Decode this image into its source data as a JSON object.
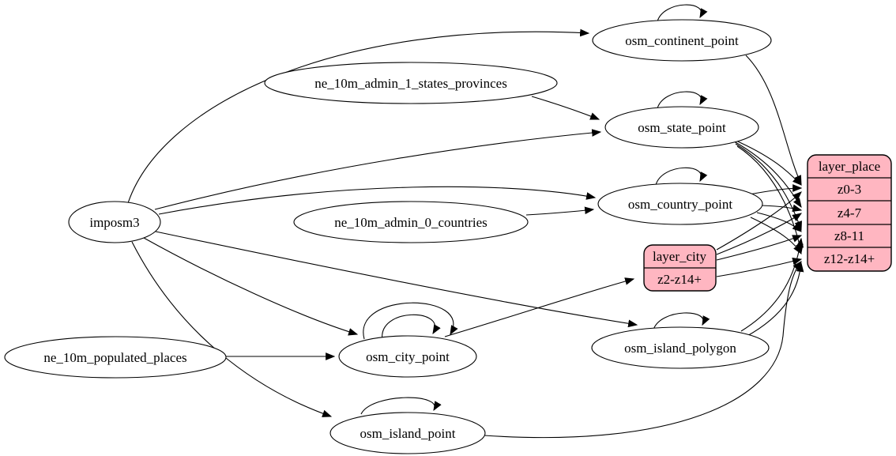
{
  "diagram": {
    "kind": "etl-dependency-graph",
    "background_color": "#ffffff",
    "ellipse_fill": "#ffffff",
    "record_fill": "#ffb6c1",
    "stroke_color": "#000000",
    "nodes": {
      "imposm3": {
        "label": "imposm3",
        "shape": "ellipse"
      },
      "ne_10m_admin_1_states_provinces": {
        "label": "ne_10m_admin_1_states_provinces",
        "shape": "ellipse"
      },
      "ne_10m_admin_0_countries": {
        "label": "ne_10m_admin_0_countries",
        "shape": "ellipse"
      },
      "ne_10m_populated_places": {
        "label": "ne_10m_populated_places",
        "shape": "ellipse"
      },
      "osm_continent_point": {
        "label": "osm_continent_point",
        "shape": "ellipse"
      },
      "osm_state_point": {
        "label": "osm_state_point",
        "shape": "ellipse"
      },
      "osm_country_point": {
        "label": "osm_country_point",
        "shape": "ellipse"
      },
      "osm_city_point": {
        "label": "osm_city_point",
        "shape": "ellipse"
      },
      "osm_island_polygon": {
        "label": "osm_island_polygon",
        "shape": "ellipse"
      },
      "osm_island_point": {
        "label": "osm_island_point",
        "shape": "ellipse"
      },
      "layer_city": {
        "shape": "record",
        "title": "layer_city",
        "cells": {
          "z2_14": "z2-z14+"
        }
      },
      "layer_place": {
        "shape": "record",
        "title": "layer_place",
        "cells": {
          "z0_3": "z0-3",
          "z4_7": "z4-7",
          "z8_11": "z8-11",
          "z12_z14": "z12-z14+"
        }
      }
    },
    "edges": [
      {
        "from": "imposm3",
        "to": "osm_continent_point"
      },
      {
        "from": "imposm3",
        "to": "osm_state_point"
      },
      {
        "from": "imposm3",
        "to": "osm_country_point"
      },
      {
        "from": "imposm3",
        "to": "osm_city_point"
      },
      {
        "from": "imposm3",
        "to": "osm_island_polygon"
      },
      {
        "from": "imposm3",
        "to": "osm_island_point"
      },
      {
        "from": "ne_10m_admin_1_states_provinces",
        "to": "osm_state_point"
      },
      {
        "from": "ne_10m_admin_0_countries",
        "to": "osm_country_point"
      },
      {
        "from": "ne_10m_populated_places",
        "to": "osm_city_point"
      },
      {
        "from": "osm_continent_point",
        "to": "osm_continent_point",
        "self_loop": true
      },
      {
        "from": "osm_state_point",
        "to": "osm_state_point",
        "self_loop": true
      },
      {
        "from": "osm_country_point",
        "to": "osm_country_point",
        "self_loop": true
      },
      {
        "from": "osm_city_point",
        "to": "osm_city_point",
        "self_loop": true
      },
      {
        "from": "osm_city_point",
        "to": "osm_city_point",
        "self_loop": true
      },
      {
        "from": "osm_island_polygon",
        "to": "osm_island_polygon",
        "self_loop": true
      },
      {
        "from": "osm_island_point",
        "to": "osm_island_point",
        "self_loop": true
      },
      {
        "from": "osm_continent_point",
        "to": "layer_place",
        "port": "z0-3"
      },
      {
        "from": "osm_state_point",
        "to": "layer_place",
        "port": "z0-3"
      },
      {
        "from": "osm_state_point",
        "to": "layer_place",
        "port": "z4-7"
      },
      {
        "from": "osm_state_point",
        "to": "layer_place",
        "port": "z8-11"
      },
      {
        "from": "osm_state_point",
        "to": "layer_place",
        "port": "z12-z14+"
      },
      {
        "from": "osm_country_point",
        "to": "layer_place",
        "port": "z0-3"
      },
      {
        "from": "osm_country_point",
        "to": "layer_place",
        "port": "z4-7"
      },
      {
        "from": "osm_country_point",
        "to": "layer_place",
        "port": "z8-11"
      },
      {
        "from": "osm_country_point",
        "to": "layer_place",
        "port": "z12-z14+"
      },
      {
        "from": "osm_city_point",
        "to": "layer_city",
        "port": "z2-z14+"
      },
      {
        "from": "layer_city",
        "to": "layer_place",
        "port": "z0-3"
      },
      {
        "from": "layer_city",
        "to": "layer_place",
        "port": "z4-7"
      },
      {
        "from": "layer_city",
        "to": "layer_place",
        "port": "z8-11"
      },
      {
        "from": "layer_city",
        "to": "layer_place",
        "port": "z12-z14+"
      },
      {
        "from": "osm_island_polygon",
        "to": "layer_place",
        "port": "z8-11"
      },
      {
        "from": "osm_island_polygon",
        "to": "layer_place",
        "port": "z12-z14+"
      },
      {
        "from": "osm_island_point",
        "to": "layer_place",
        "port": "z12-z14+"
      }
    ]
  }
}
